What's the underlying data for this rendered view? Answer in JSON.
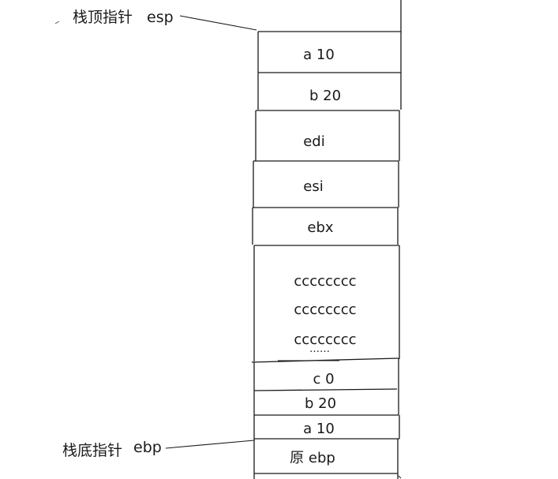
{
  "pointers": {
    "top": {
      "label": "栈顶指针",
      "register": "esp"
    },
    "bottom": {
      "label": "栈底指针",
      "register": "ebp"
    }
  },
  "stack": {
    "a_top": "a 10",
    "b_top": "b 20",
    "edi": "edi",
    "esi": "esi",
    "ebx": "ebx",
    "fill_1": "cccccccc",
    "fill_2": "cccccccc",
    "fill_3": "cccccccc",
    "fill_dots": "……",
    "c": "c 0",
    "b_bottom": "b 20",
    "a_bottom": "a 10",
    "old_ebp": "原 ebp"
  }
}
